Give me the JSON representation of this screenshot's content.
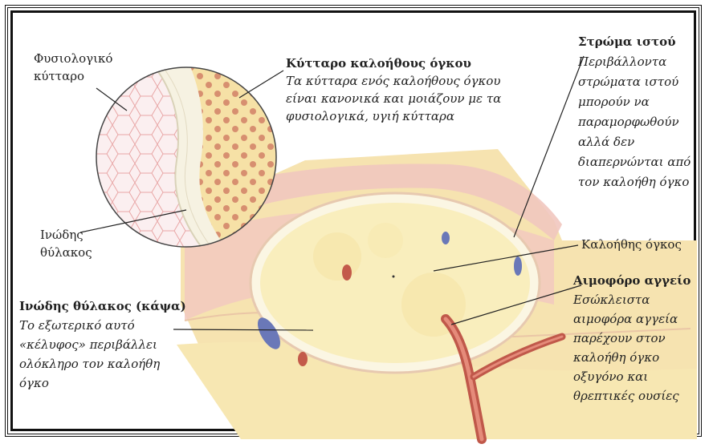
{
  "labels": {
    "normal_cell": {
      "line1": "Φυσιολογικό",
      "line2": "κύτταρο"
    },
    "benign_cell": {
      "heading": "Κύτταρο καλοήθους όγκου",
      "lines": [
        "Τα κύτταρα ενός καλοήθους όγκου",
        "είναι κανονικά και μοιάζουν με τα",
        "φυσιολογικά, υγιή κύτταρα"
      ]
    },
    "stroma": {
      "heading": "Στρώμα ιστού",
      "lines": [
        "Περιβάλλοντα",
        "στρώματα ιστού",
        "μπορούν να",
        "παραμορφωθούν",
        "αλλά δεν",
        "διαπερνώνται από",
        "τον καλοήθη όγκο"
      ]
    },
    "fibrous_sac_small": {
      "line1": "Ινώδης",
      "line2": "θύλακος"
    },
    "benign_tumor": "Καλοήθης όγκος",
    "blood_vessel": {
      "heading": "Αιμοφόρο αγγείο",
      "lines": [
        "Εσώκλειστα",
        "αιμοφόρα αγγεία",
        "παρέχουν στον",
        "καλοήθη όγκο",
        "οξυγόνο και",
        "θρεπτικές ουσίες"
      ]
    },
    "capsule": {
      "heading": "Ινώδης θύλακος (κάψα)",
      "lines": [
        "Το εξωτερικό αυτό",
        "«κέλυφος» περιβάλλει",
        "ολόκληρο τον καλοήθη",
        "όγκο"
      ]
    }
  },
  "colors": {
    "tissue_yellow": "#f7ecb5",
    "tissue_pink": "#f3c9c4",
    "tumor_fill": "#faf3c8",
    "capsule_white": "#fbf7ea",
    "vessel_red": "#c8584a",
    "cell_dot": "#d98a72",
    "blue_vessel": "#6a78b8"
  }
}
